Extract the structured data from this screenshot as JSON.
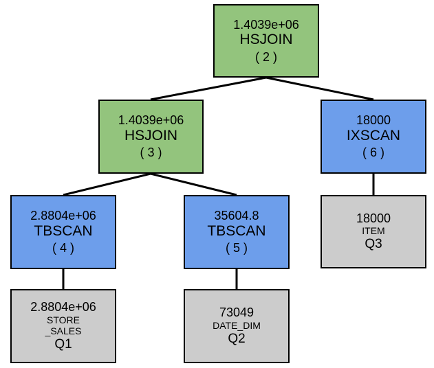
{
  "colors": {
    "join": "#93c47d",
    "scan": "#6d9eeb",
    "table": "#cccccc",
    "border": "#000000"
  },
  "nodes": {
    "hsjoin_2": {
      "cost": "1.4039e+06",
      "op": "HSJOIN",
      "id": "( 2 )"
    },
    "hsjoin_3": {
      "cost": "1.4039e+06",
      "op": "HSJOIN",
      "id": "( 3 )"
    },
    "ixscan_6": {
      "cost": "18000",
      "op": "IXSCAN",
      "id": "( 6 )"
    },
    "tbscan_4": {
      "cost": "2.8804e+06",
      "op": "TBSCAN",
      "id": "( 4 )"
    },
    "tbscan_5": {
      "cost": "35604.8",
      "op": "TBSCAN",
      "id": "( 5 )"
    }
  },
  "tables": {
    "q1": {
      "rows": "2.8804e+06",
      "name_line1": "STORE",
      "name_line2": "_SALES",
      "label": "Q1"
    },
    "q2": {
      "rows": "73049",
      "name": "DATE_DIM",
      "label": "Q2"
    },
    "q3": {
      "rows": "18000",
      "name": "ITEM",
      "label": "Q3"
    }
  }
}
